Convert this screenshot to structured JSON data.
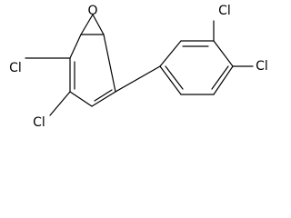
{
  "molecule": {
    "atoms": {
      "oxygen": "O",
      "cl_left_top": "Cl",
      "cl_left_bottom": "Cl",
      "cl_right_top": "Cl",
      "cl_right_side": "Cl"
    },
    "colors": {
      "bond": "#000000",
      "label": "#000000",
      "background": "#ffffff"
    }
  }
}
